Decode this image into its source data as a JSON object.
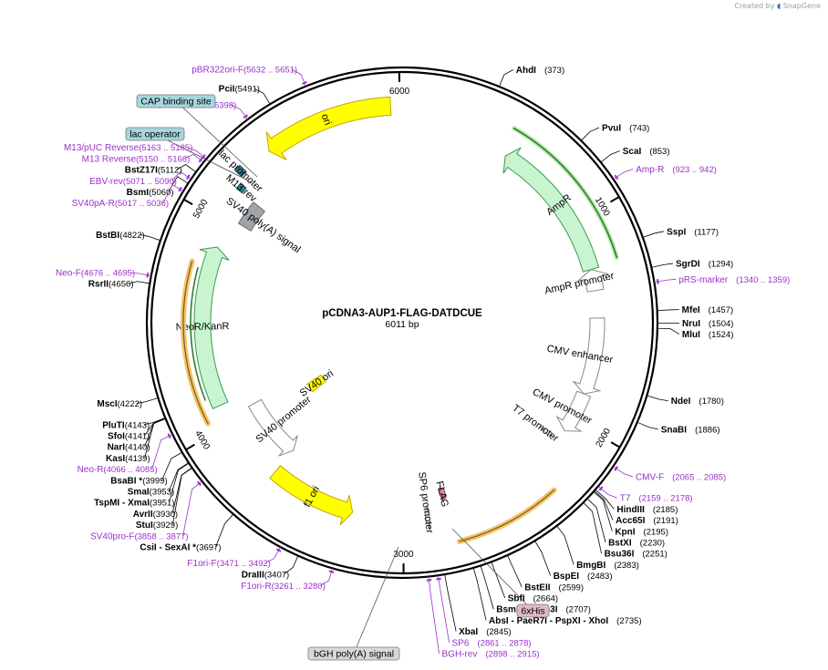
{
  "credit": {
    "prefix": "Created by",
    "brand": "SnapGene"
  },
  "plasmid": {
    "name": "pCDNA3-AUP1-FLAG-DATDCUE",
    "size": "6011 bp",
    "length": 6011
  },
  "colors": {
    "primer": "#9b30c8",
    "ori_fill": "#ffff00",
    "ori_stroke": "#c8a000",
    "amp_fill": "#c8f5d0",
    "amp_stroke": "#3a9a50",
    "promoter_fill": "#ffffff",
    "promoter_stroke": "#888888",
    "gray_fill": "#a0a4a8",
    "cap_box": "#a6d6e0",
    "his_box": "#e2b9c8",
    "orf_highlight": "#f3c46b"
  },
  "ticks": [
    {
      "pos": 1000,
      "label": "1000"
    },
    {
      "pos": 2000,
      "label": "2000"
    },
    {
      "pos": 3000,
      "label": "3000"
    },
    {
      "pos": 4000,
      "label": "4000"
    },
    {
      "pos": 5000,
      "label": "5000"
    },
    {
      "pos": 6000,
      "label": "6000"
    }
  ],
  "sites": [
    {
      "name": "AhdI",
      "pos": "(373)",
      "p": 373,
      "side": "R"
    },
    {
      "name": "PvuI",
      "pos": "(743)",
      "p": 743,
      "side": "R"
    },
    {
      "name": "ScaI",
      "pos": "(853)",
      "p": 853,
      "side": "R"
    },
    {
      "name": "SspI",
      "pos": "(1177)",
      "p": 1177,
      "side": "R"
    },
    {
      "name": "SgrDI",
      "pos": "(1294)",
      "p": 1294,
      "side": "R"
    },
    {
      "name": "MfeI",
      "pos": "(1457)",
      "p": 1457,
      "side": "R"
    },
    {
      "name": "NruI",
      "pos": "(1504)",
      "p": 1504,
      "side": "R"
    },
    {
      "name": "MluI",
      "pos": "(1524)",
      "p": 1524,
      "side": "R"
    },
    {
      "name": "NdeI",
      "pos": "(1780)",
      "p": 1780,
      "side": "R"
    },
    {
      "name": "SnaBI",
      "pos": "(1886)",
      "p": 1886,
      "side": "R"
    },
    {
      "name": "HindIII",
      "pos": "(2185)",
      "p": 2185,
      "side": "R"
    },
    {
      "name": "Acc65I",
      "pos": "(2191)",
      "p": 2191,
      "side": "R"
    },
    {
      "name": "KpnI",
      "pos": "(2195)",
      "p": 2195,
      "side": "R"
    },
    {
      "name": "BstXI",
      "pos": "(2230)",
      "p": 2230,
      "side": "R"
    },
    {
      "name": "Bsu36I",
      "pos": "(2251)",
      "p": 2251,
      "side": "R"
    },
    {
      "name": "BmgBI",
      "pos": "(2383)",
      "p": 2383,
      "side": "R"
    },
    {
      "name": "BspEI",
      "pos": "(2483)",
      "p": 2483,
      "side": "R"
    },
    {
      "name": "BstEII",
      "pos": "(2599)",
      "p": 2599,
      "side": "R"
    },
    {
      "name": "SbfI",
      "pos": "(2664)",
      "p": 2664,
      "side": "R"
    },
    {
      "name": "BsmBI - Esp3I",
      "pos": "(2707)",
      "p": 2707,
      "side": "R"
    },
    {
      "name": "AbsI - PaeR7I - PspXI - XhoI",
      "pos": "(2735)",
      "p": 2735,
      "side": "R"
    },
    {
      "name": "XbaI",
      "pos": "(2845)",
      "p": 2845,
      "side": "R"
    },
    {
      "name": "DraIII",
      "pos": "(3407)",
      "p": 3407,
      "side": "L"
    },
    {
      "name": "CsiI - SexAI *",
      "pos": "(3697)",
      "p": 3697,
      "side": "L"
    },
    {
      "name": "StuI",
      "pos": "(3929)",
      "p": 3929,
      "side": "L"
    },
    {
      "name": "AvrII",
      "pos": "(3930)",
      "p": 3930,
      "side": "L"
    },
    {
      "name": "TspMI - XmaI",
      "pos": "(3951)",
      "p": 3951,
      "side": "L"
    },
    {
      "name": "SmaI",
      "pos": "(3953)",
      "p": 3953,
      "side": "L"
    },
    {
      "name": "BsaBI *",
      "pos": "(3999)",
      "p": 3999,
      "side": "L"
    },
    {
      "name": "KasI",
      "pos": "(4139)",
      "p": 4139,
      "side": "L"
    },
    {
      "name": "NarI",
      "pos": "(4140)",
      "p": 4140,
      "side": "L"
    },
    {
      "name": "SfoI",
      "pos": "(4141)",
      "p": 4141,
      "side": "L"
    },
    {
      "name": "PluTI",
      "pos": "(4143)",
      "p": 4143,
      "side": "L"
    },
    {
      "name": "MscI",
      "pos": "(4222)",
      "p": 4222,
      "side": "L"
    },
    {
      "name": "RsrII",
      "pos": "(4656)",
      "p": 4656,
      "side": "L"
    },
    {
      "name": "BstBI",
      "pos": "(4822)",
      "p": 4822,
      "side": "L"
    },
    {
      "name": "BsmI",
      "pos": "(5060)",
      "p": 5060,
      "side": "L"
    },
    {
      "name": "BstZ17I",
      "pos": "(5112)",
      "p": 5112,
      "side": "L"
    },
    {
      "name": "PciI",
      "pos": "(5491)",
      "p": 5491,
      "side": "L"
    }
  ],
  "primers": [
    {
      "name": "Amp-R",
      "range": "(923 .. 942)",
      "p": 932,
      "side": "R"
    },
    {
      "name": "pRS-marker",
      "range": "(1340 .. 1359)",
      "p": 1350,
      "side": "R"
    },
    {
      "name": "CMV-F",
      "range": "(2065 .. 2085)",
      "p": 2075,
      "side": "R"
    },
    {
      "name": "T7",
      "range": "(2159 .. 2178)",
      "p": 2168,
      "side": "R"
    },
    {
      "name": "SP6",
      "range": "(2861 .. 2878)",
      "p": 2870,
      "side": "R"
    },
    {
      "name": "BGH-rev",
      "range": "(2898 .. 2915)",
      "p": 2906,
      "side": "R"
    },
    {
      "name": "F1ori-R",
      "range": "(3261 .. 3280)",
      "p": 3270,
      "side": "L"
    },
    {
      "name": "F1ori-F",
      "range": "(3471 .. 3492)",
      "p": 3481,
      "side": "L"
    },
    {
      "name": "SV40pro-F",
      "range": "(3858 .. 3877)",
      "p": 3867,
      "side": "L"
    },
    {
      "name": "Neo-R",
      "range": "(4066 .. 4085)",
      "p": 4075,
      "side": "L"
    },
    {
      "name": "Neo-F",
      "range": "(4676 .. 4695)",
      "p": 4685,
      "side": "L"
    },
    {
      "name": "SV40pA-R",
      "range": "(5017 .. 5036)",
      "p": 5026,
      "side": "L"
    },
    {
      "name": "EBV-rev",
      "range": "(5071 .. 5090)",
      "p": 5080,
      "side": "L"
    },
    {
      "name": "M13 Reverse",
      "range": "(5150 .. 5166)",
      "p": 5158,
      "side": "L"
    },
    {
      "name": "M13/pUC Reverse",
      "range": "(5163 .. 5185)",
      "p": 5174,
      "side": "L"
    },
    {
      "name": "L4440",
      "range": "(5381 .. 5398)",
      "p": 5390,
      "side": "L"
    },
    {
      "name": "pBR322ori-F",
      "range": "(5632 .. 5651)",
      "p": 5641,
      "side": "L"
    }
  ],
  "boxed": [
    {
      "name": "CAP binding site",
      "kind": "cap"
    },
    {
      "name": "lac operator",
      "kind": "cap"
    },
    {
      "name": "6xHis",
      "kind": "his"
    },
    {
      "name": "bGH poly(A) signal",
      "kind": "gray"
    }
  ],
  "features": [
    {
      "name": "ori",
      "start": 5380,
      "end": 5960,
      "dir": "ccw",
      "kind": "ori"
    },
    {
      "name": "AmpR",
      "start": 530,
      "end": 1240,
      "dir": "ccw",
      "kind": "amp"
    },
    {
      "name": "AmpR promoter",
      "start": 1240,
      "end": 1345,
      "dir": "ccw",
      "kind": "promoter"
    },
    {
      "name": "CMV enhancer",
      "start": 1480,
      "end": 1860,
      "dir": "cw",
      "kind": "promoter"
    },
    {
      "name": "CMV promoter",
      "start": 1860,
      "end": 2065,
      "dir": "cw",
      "kind": "promoter"
    },
    {
      "name": "T7 promoter",
      "start": 2110,
      "end": 2130,
      "dir": "cw",
      "kind": "promoter"
    },
    {
      "name": "FLAG",
      "start": 2770,
      "end": 2800,
      "dir": "cw",
      "kind": "flag"
    },
    {
      "name": "SP6 promoter",
      "start": 2870,
      "end": 2890,
      "dir": "ccw",
      "kind": "promoter"
    },
    {
      "name": "f1 ori",
      "start": 3250,
      "end": 3680,
      "dir": "ccw",
      "kind": "ori"
    },
    {
      "name": "SV40 promoter",
      "start": 3680,
      "end": 4030,
      "dir": "ccw",
      "kind": "promoter"
    },
    {
      "name": "SV40 ori",
      "start": 3880,
      "end": 3960,
      "dir": "none",
      "kind": "ori"
    },
    {
      "name": "NeoR/KanR",
      "start": 4100,
      "end": 4880,
      "dir": "cw",
      "kind": "amp"
    },
    {
      "name": "SV40 poly(A) signal",
      "start": 5030,
      "end": 5160,
      "dir": "none",
      "kind": "gray"
    },
    {
      "name": "lac promoter",
      "start": 5215,
      "end": 5245,
      "dir": "none",
      "kind": "lac"
    },
    {
      "name": "M13 rev",
      "start": 5160,
      "end": 5190,
      "dir": "none",
      "kind": "lac"
    }
  ]
}
